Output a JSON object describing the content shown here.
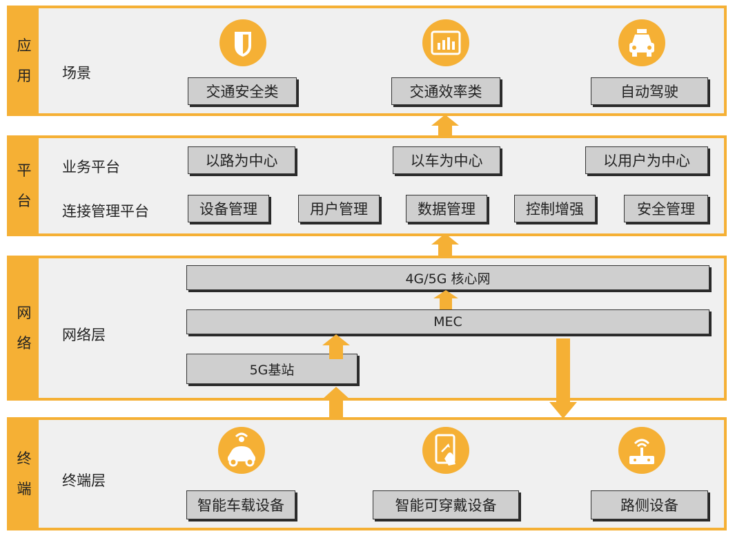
{
  "layers": {
    "app": {
      "side": [
        "应",
        "用"
      ],
      "label": "场景"
    },
    "platform": {
      "side": [
        "平",
        "台"
      ],
      "label_business": "业务平台",
      "label_conn": "连接管理平台"
    },
    "network": {
      "side": [
        "网",
        "络"
      ],
      "label": "网络层"
    },
    "terminal": {
      "side": [
        "终",
        "端"
      ],
      "label": "终端层"
    }
  },
  "app_boxes": [
    "交通安全类",
    "交通效率类",
    "自动驾驶"
  ],
  "business_boxes": [
    "以路为中心",
    "以车为中心",
    "以用户为中心"
  ],
  "conn_boxes": [
    "设备管理",
    "用户管理",
    "数据管理",
    "控制增强",
    "安全管理"
  ],
  "network_boxes": {
    "core": "4G/5G 核心网",
    "mec": "MEC",
    "bs": "5G基站"
  },
  "terminal_boxes": [
    "智能车载设备",
    "智能可穿戴设备",
    "路侧设备"
  ],
  "icons": [
    "shield-icon",
    "dashboard-chart-icon",
    "car-front-icon",
    "connected-car-icon",
    "touch-phone-icon",
    "roadside-router-icon"
  ],
  "colors": {
    "accent": "#f5b035",
    "panel": "#f0f0f0",
    "box": "#cfcfcf"
  }
}
